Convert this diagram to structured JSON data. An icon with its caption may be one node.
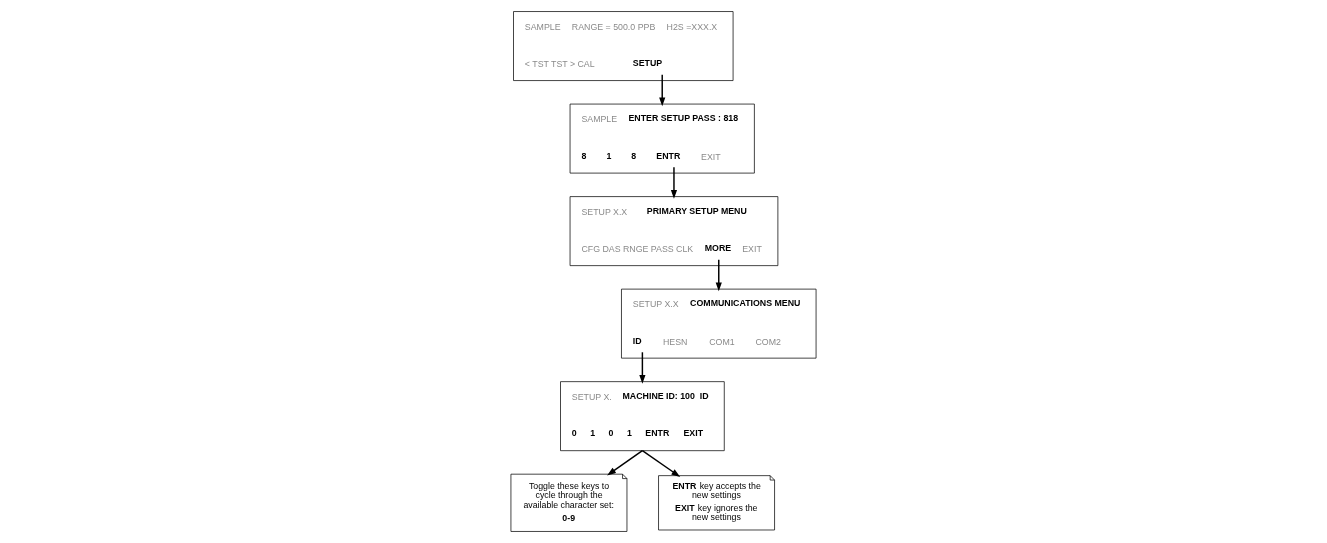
{
  "diagram": {
    "nodes": [
      {
        "text": [
          "SAMPLE",
          "RANGE = 500.0 PPB",
          "H2S =XXX.X",
          "< TST TST > CAL",
          "SETUP"
        ]
      },
      {
        "text": [
          "SAMPLE",
          "ENTER SETUP PASS : 818",
          "8",
          "1",
          "8",
          "ENTR",
          "EXIT"
        ]
      },
      {
        "text": [
          "SETUP X.X",
          "PRIMARY SETUP MENU",
          "CFG DAS RNGE PASS CLK",
          "MORE",
          "EXIT"
        ]
      },
      {
        "text": [
          "SETUP X.X",
          "COMMUNICATIONS MENU",
          "ID",
          "HESN",
          "COM1",
          "COM2"
        ]
      },
      {
        "text": [
          "SETUP X.",
          "MACHINE ID: 100  ID",
          "0",
          "1",
          "0",
          "1",
          "ENTR",
          "EXIT"
        ]
      },
      {
        "text": [
          "Toggle these keys to cycle through the available character set:",
          "0-9"
        ]
      },
      {
        "text": [
          "**ENTR** key accepts the new settings",
          "**EXIT** key ignores the new settings"
        ]
      }
    ],
    "edges": [
      {
        "from": 0,
        "to": 1,
        "arrow": "to"
      },
      {
        "from": 1,
        "to": 2,
        "arrow": "to"
      },
      {
        "from": 2,
        "to": 3,
        "arrow": "to"
      },
      {
        "from": 3,
        "to": 4,
        "arrow": "to"
      },
      {
        "from": 4,
        "to": 5,
        "arrow": "to"
      },
      {
        "from": 4,
        "to": 6,
        "arrow": "to"
      }
    ]
  }
}
